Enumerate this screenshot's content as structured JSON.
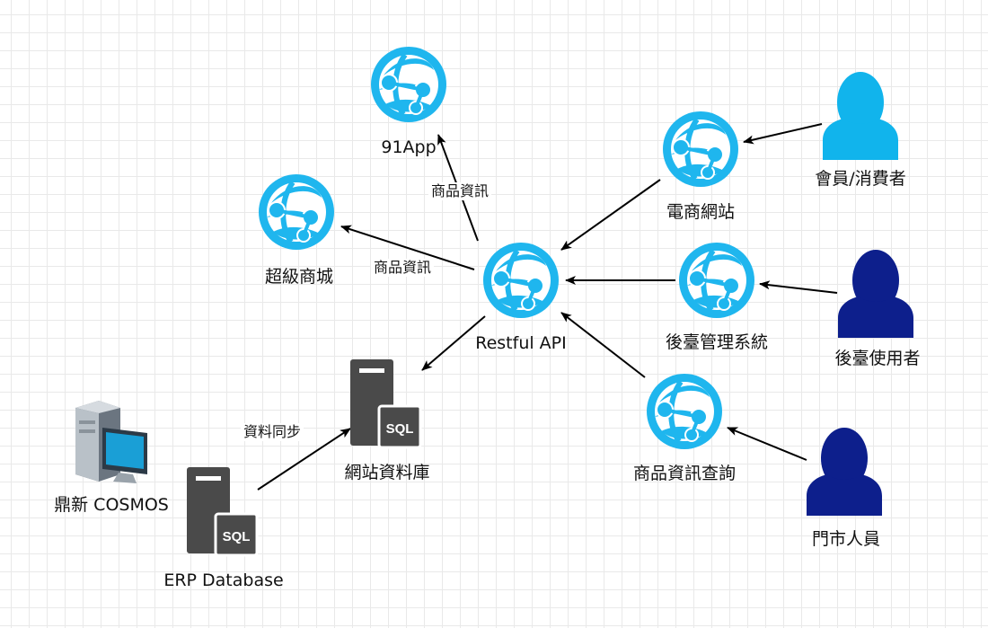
{
  "colors": {
    "web_icon": "#1fb6ee",
    "customer_icon": "#11b4ec",
    "staff_icon": "#0d1f8c",
    "server_icon": "#4a4a4a",
    "edge": "#000000"
  },
  "nodes": {
    "app91": {
      "label": "91App",
      "icon": "azure-web-app-icon"
    },
    "supermall": {
      "label": "超級商城",
      "icon": "azure-web-app-icon"
    },
    "ecommerce": {
      "label": "電商網站",
      "icon": "azure-web-app-icon"
    },
    "api": {
      "label": "Restful API",
      "icon": "azure-web-app-icon"
    },
    "backoffice": {
      "label": "後臺管理系統",
      "icon": "azure-web-app-icon"
    },
    "product_query": {
      "label": "商品資訊查詢",
      "icon": "azure-web-app-icon"
    },
    "member": {
      "label": "會員/消費者",
      "icon": "user-icon"
    },
    "backend_user": {
      "label": "後臺使用者",
      "icon": "user-icon"
    },
    "store_staff": {
      "label": "門市人員",
      "icon": "user-icon"
    },
    "web_db": {
      "label": "網站資料庫",
      "icon": "sql-server-icon",
      "icon_text": "SQL"
    },
    "erp_db": {
      "label": "ERP Database",
      "icon": "sql-server-icon",
      "icon_text": "SQL"
    },
    "cosmos": {
      "label": "鼎新 COSMOS",
      "icon": "desktop-computer-icon"
    }
  },
  "edges": [
    {
      "from": "api",
      "to": "app91",
      "label": "商品資訊"
    },
    {
      "from": "api",
      "to": "supermall",
      "label": "商品資訊"
    },
    {
      "from": "ecommerce",
      "to": "api",
      "label": ""
    },
    {
      "from": "backoffice",
      "to": "api",
      "label": ""
    },
    {
      "from": "product_query",
      "to": "api",
      "label": ""
    },
    {
      "from": "member",
      "to": "ecommerce",
      "label": ""
    },
    {
      "from": "backend_user",
      "to": "backoffice",
      "label": ""
    },
    {
      "from": "store_staff",
      "to": "product_query",
      "label": ""
    },
    {
      "from": "api",
      "to": "web_db",
      "label": ""
    },
    {
      "from": "erp_db",
      "to": "web_db",
      "label": "資料同步"
    }
  ]
}
